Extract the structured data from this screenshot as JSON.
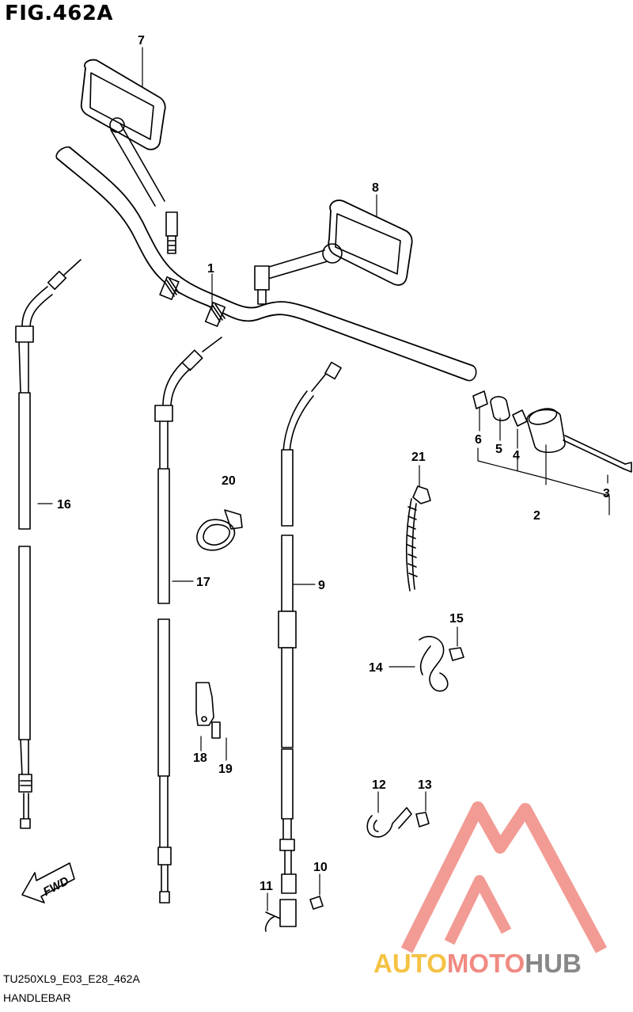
{
  "figure": {
    "title": "FIG.462A",
    "model_code": "TU250XL9_E03_E28_462A",
    "caption": "HANDLEBAR",
    "fwd_label": "FWD"
  },
  "callouts": {
    "c1": "1",
    "c2": "2",
    "c3": "3",
    "c4": "4",
    "c5": "5",
    "c6": "6",
    "c7": "7",
    "c8": "8",
    "c9": "9",
    "c10": "10",
    "c11": "11",
    "c12": "12",
    "c13": "13",
    "c14": "14",
    "c15": "15",
    "c16": "16",
    "c17": "17",
    "c18": "18",
    "c19": "19",
    "c20": "20",
    "c21": "21"
  },
  "watermark": {
    "text_part1": "AUTO",
    "text_part2": "MOTO",
    "text_part3": "HUB",
    "color_part1": "#f5c242",
    "color_part2": "#f08a82",
    "color_part3": "#888888",
    "logo_color": "#f08a82"
  }
}
